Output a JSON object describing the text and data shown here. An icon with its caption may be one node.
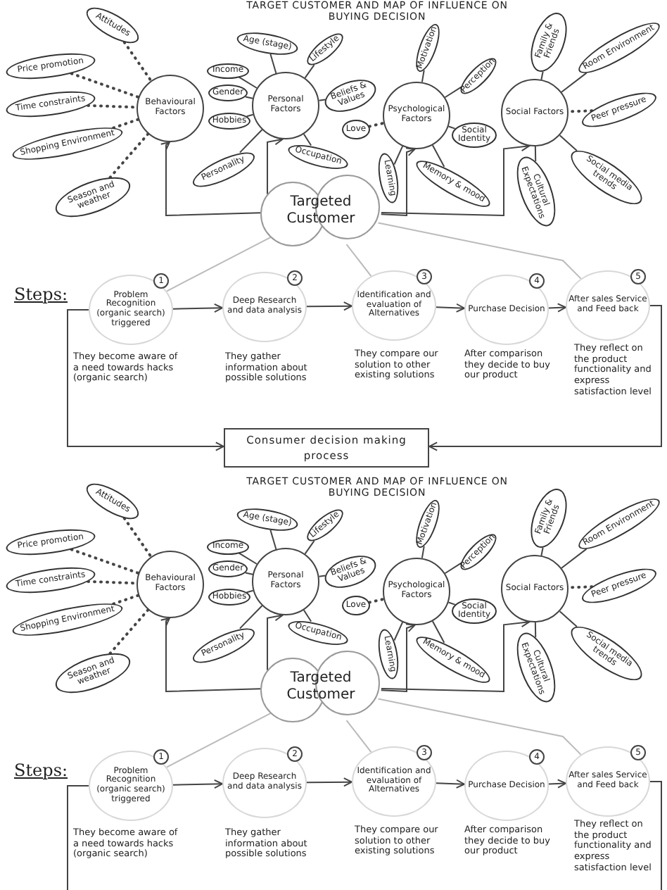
{
  "diagram": {
    "title": "TARGET CUSTOMER AND MAP OF INFLUENCE ON BUYING DECISION",
    "nodes": [
      {
        "text": [
          "Behavioural Factors"
        ]
      },
      {
        "text": [
          "Attitudes"
        ]
      },
      {
        "text": [
          "Price promotion"
        ]
      },
      {
        "text": [
          "Time constraints"
        ]
      },
      {
        "text": [
          "Shopping Environment"
        ]
      },
      {
        "text": [
          "Season and weather"
        ]
      },
      {
        "text": [
          "Personal Factors"
        ]
      },
      {
        "text": [
          "Age (stage)"
        ]
      },
      {
        "text": [
          "Income"
        ]
      },
      {
        "text": [
          "Gender"
        ]
      },
      {
        "text": [
          "Hobbies"
        ]
      },
      {
        "text": [
          "Personality"
        ]
      },
      {
        "text": [
          "Lifestyle"
        ]
      },
      {
        "text": [
          "Beliefs & Values"
        ]
      },
      {
        "text": [
          "Occupation"
        ]
      },
      {
        "text": [
          "Psychological Factors"
        ]
      },
      {
        "text": [
          "Motivation"
        ]
      },
      {
        "text": [
          "Perception"
        ]
      },
      {
        "text": [
          "Love"
        ]
      },
      {
        "text": [
          "Learning"
        ]
      },
      {
        "text": [
          "Memory & mood"
        ]
      },
      {
        "text": [
          "Social Identity"
        ]
      },
      {
        "text": [
          "Social Factors"
        ]
      },
      {
        "text": [
          "Family & Friends"
        ]
      },
      {
        "text": [
          "Room Environment"
        ]
      },
      {
        "text": [
          "Peer pressure"
        ]
      },
      {
        "text": [
          "Social media trends"
        ]
      },
      {
        "text": [
          "Cultural Expectations"
        ]
      },
      {
        "text": [
          "Targeted Customer"
        ]
      },
      {
        "text": [
          "1",
          "Problem Recognition (organic search) triggered"
        ],
        "beside": [
          "They become aware of a need towards hacks (organic search)"
        ]
      },
      {
        "text": [
          "2",
          "Deep Research and data analysis"
        ],
        "beside": [
          "They gather information about possible solutions"
        ]
      },
      {
        "text": [
          "3",
          "Identification and evaluation of Alternatives"
        ],
        "beside": [
          "They compare our solution to other existing solutions"
        ]
      },
      {
        "text": [
          "4",
          "Purchase Decision"
        ],
        "beside": [
          "After comparison they decide to buy our product"
        ]
      },
      {
        "text": [
          "5",
          "After sales Service and Feed back"
        ],
        "beside": [
          "They reflect on the product functionality and express satisfaction level"
        ]
      },
      {
        "text": [
          "Consumer decision making process"
        ]
      },
      {
        "text": [
          "Behavioural Factors"
        ]
      },
      {
        "text": [
          "Attitudes"
        ]
      },
      {
        "text": [
          "Price promotion"
        ]
      },
      {
        "text": [
          "Time constraints"
        ]
      },
      {
        "text": [
          "Shopping Environment"
        ]
      },
      {
        "text": [
          "Season and weather"
        ]
      },
      {
        "text": [
          "Personal Factors"
        ]
      },
      {
        "text": [
          "Age (stage)"
        ]
      },
      {
        "text": [
          "Income"
        ]
      },
      {
        "text": [
          "Gender"
        ]
      },
      {
        "text": [
          "Hobbies"
        ]
      },
      {
        "text": [
          "Personality"
        ]
      },
      {
        "text": [
          "Lifestyle"
        ]
      },
      {
        "text": [
          "Beliefs & Values"
        ]
      },
      {
        "text": [
          "Occupation"
        ]
      },
      {
        "text": [
          "Psychological Factors"
        ]
      },
      {
        "text": [
          "Motivation"
        ]
      },
      {
        "text": [
          "Perception"
        ]
      },
      {
        "text": [
          "Love"
        ]
      },
      {
        "text": [
          "Learning"
        ]
      },
      {
        "text": [
          "Memory & mood"
        ]
      },
      {
        "text": [
          "Social Identity"
        ]
      },
      {
        "text": [
          "Social Factors"
        ]
      },
      {
        "text": [
          "Family & Friends"
        ]
      },
      {
        "text": [
          "Room Environment"
        ]
      },
      {
        "text": [
          "Peer pressure"
        ]
      },
      {
        "text": [
          "Social media trends"
        ]
      },
      {
        "text": [
          "Cultural Expectations"
        ]
      },
      {
        "text": [
          "Targeted Customer"
        ]
      },
      {
        "text": [
          "1",
          "Problem Recognition (organic search) triggered"
        ],
        "beside": [
          "They become aware of a need towards hacks (organic search)"
        ]
      },
      {
        "text": [
          "2",
          "Deep Research and data analysis"
        ],
        "beside": [
          "They gather information about possible solutions"
        ]
      },
      {
        "text": [
          "3",
          "Identification and evaluation of Alternatives"
        ],
        "beside": [
          "They compare our solution to other existing solutions"
        ]
      },
      {
        "text": [
          "4",
          "Purchase Decision"
        ],
        "beside": [
          "After comparison they decide to buy our product"
        ]
      },
      {
        "text": [
          "5",
          "After sales Service and Feed back"
        ],
        "beside": [
          "They reflect on the product functionality and express satisfaction level"
        ]
      }
    ],
    "edges": [
      {
        "from": 1,
        "to": 0,
        "arrow": "none",
        "style": "dashed"
      },
      {
        "from": 2,
        "to": 0,
        "arrow": "none",
        "style": "dashed"
      },
      {
        "from": 3,
        "to": 0,
        "arrow": "none",
        "style": "dashed"
      },
      {
        "from": 4,
        "to": 0,
        "arrow": "none",
        "style": "dashed"
      },
      {
        "from": 5,
        "to": 0,
        "arrow": "none",
        "style": "dashed"
      },
      {
        "from": 7,
        "to": 6,
        "arrow": "none"
      },
      {
        "from": 8,
        "to": 6,
        "arrow": "none"
      },
      {
        "from": 9,
        "to": 6,
        "arrow": "none"
      },
      {
        "from": 10,
        "to": 6,
        "arrow": "none"
      },
      {
        "from": 11,
        "to": 6,
        "arrow": "none"
      },
      {
        "from": 12,
        "to": 6,
        "arrow": "none"
      },
      {
        "from": 13,
        "to": 6,
        "arrow": "none"
      },
      {
        "from": 14,
        "to": 6,
        "arrow": "none"
      },
      {
        "from": 16,
        "to": 15,
        "arrow": "none"
      },
      {
        "from": 17,
        "to": 15,
        "arrow": "none"
      },
      {
        "from": 18,
        "to": 15,
        "arrow": "none",
        "style": "dashed"
      },
      {
        "from": 19,
        "to": 15,
        "arrow": "none"
      },
      {
        "from": 20,
        "to": 15,
        "arrow": "none"
      },
      {
        "from": 21,
        "to": 15,
        "arrow": "none"
      },
      {
        "from": 23,
        "to": 22,
        "arrow": "none"
      },
      {
        "from": 24,
        "to": 22,
        "arrow": "none"
      },
      {
        "from": 25,
        "to": 22,
        "arrow": "none",
        "style": "dashed"
      },
      {
        "from": 26,
        "to": 22,
        "arrow": "none"
      },
      {
        "from": 27,
        "to": 22,
        "arrow": "none"
      },
      {
        "from": 28,
        "to": 0,
        "arrow": "to"
      },
      {
        "from": 28,
        "to": 6,
        "arrow": "to"
      },
      {
        "from": 28,
        "to": 15,
        "arrow": "to"
      },
      {
        "from": 28,
        "to": 22,
        "arrow": "to"
      },
      {
        "from": 28,
        "to": 29,
        "arrow": "none",
        "color": "#bbbbbb"
      },
      {
        "from": 28,
        "to": 31,
        "arrow": "none",
        "color": "#bbbbbb"
      },
      {
        "from": 28,
        "to": 33,
        "arrow": "none",
        "color": "#bbbbbb"
      },
      {
        "from": 29,
        "to": 30,
        "arrow": "to"
      },
      {
        "from": 30,
        "to": 31,
        "arrow": "to"
      },
      {
        "from": 31,
        "to": 32,
        "arrow": "to"
      },
      {
        "from": 32,
        "to": 33,
        "arrow": "to"
      },
      {
        "from": 29,
        "to": 34,
        "arrow": "to"
      },
      {
        "from": 33,
        "to": 34,
        "arrow": "to"
      },
      {
        "from": 36,
        "to": 35,
        "arrow": "none",
        "style": "dashed"
      },
      {
        "from": 37,
        "to": 35,
        "arrow": "none",
        "style": "dashed"
      },
      {
        "from": 38,
        "to": 35,
        "arrow": "none",
        "style": "dashed"
      },
      {
        "from": 39,
        "to": 35,
        "arrow": "none",
        "style": "dashed"
      },
      {
        "from": 40,
        "to": 35,
        "arrow": "none",
        "style": "dashed"
      },
      {
        "from": 42,
        "to": 41,
        "arrow": "none"
      },
      {
        "from": 43,
        "to": 41,
        "arrow": "none"
      },
      {
        "from": 44,
        "to": 41,
        "arrow": "none"
      },
      {
        "from": 45,
        "to": 41,
        "arrow": "none"
      },
      {
        "from": 46,
        "to": 41,
        "arrow": "none"
      },
      {
        "from": 47,
        "to": 41,
        "arrow": "none"
      },
      {
        "from": 48,
        "to": 41,
        "arrow": "none"
      },
      {
        "from": 49,
        "to": 41,
        "arrow": "none"
      },
      {
        "from": 51,
        "to": 50,
        "arrow": "none"
      },
      {
        "from": 52,
        "to": 50,
        "arrow": "none"
      },
      {
        "from": 53,
        "to": 50,
        "arrow": "none",
        "style": "dashed"
      },
      {
        "from": 54,
        "to": 50,
        "arrow": "none"
      },
      {
        "from": 55,
        "to": 50,
        "arrow": "none"
      },
      {
        "from": 56,
        "to": 50,
        "arrow": "none"
      },
      {
        "from": 58,
        "to": 57,
        "arrow": "none"
      },
      {
        "from": 59,
        "to": 57,
        "arrow": "none"
      },
      {
        "from": 60,
        "to": 57,
        "arrow": "none",
        "style": "dashed"
      },
      {
        "from": 61,
        "to": 57,
        "arrow": "none"
      },
      {
        "from": 62,
        "to": 57,
        "arrow": "none"
      },
      {
        "from": 63,
        "to": 35,
        "arrow": "to"
      },
      {
        "from": 63,
        "to": 41,
        "arrow": "to"
      },
      {
        "from": 63,
        "to": 50,
        "arrow": "to"
      },
      {
        "from": 63,
        "to": 57,
        "arrow": "to"
      },
      {
        "from": 63,
        "to": 64,
        "arrow": "none",
        "color": "#bbbbbb"
      },
      {
        "from": 63,
        "to": 66,
        "arrow": "none",
        "color": "#bbbbbb"
      },
      {
        "from": 63,
        "to": 68,
        "arrow": "none",
        "color": "#bbbbbb"
      },
      {
        "from": 64,
        "to": 65,
        "arrow": "to"
      },
      {
        "from": 65,
        "to": 66,
        "arrow": "to"
      },
      {
        "from": 66,
        "to": 67,
        "arrow": "to"
      },
      {
        "from": 67,
        "to": 68,
        "arrow": "to"
      },
      {
        "from": 64,
        "to": null,
        "arrow": "none"
      },
      {
        "from": 68,
        "to": null,
        "arrow": "none"
      }
    ],
    "labels": [
      "Steps:",
      "TARGET CUSTOMER AND MAP OF INFLUENCE ON BUYING DECISION",
      "Steps:"
    ]
  }
}
